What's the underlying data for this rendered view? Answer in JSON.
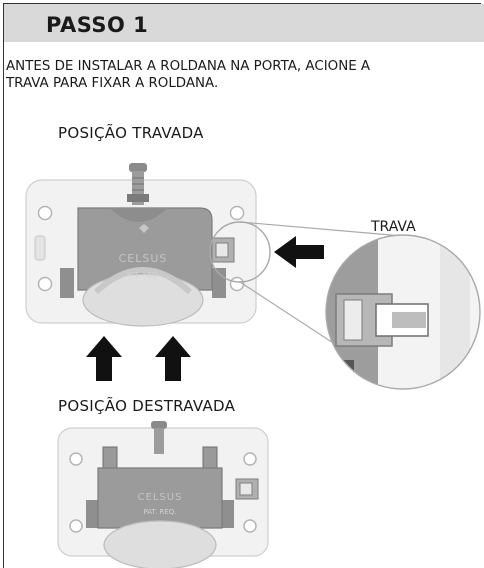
{
  "step": {
    "title": "PASSO 1"
  },
  "instruction": "ANTES DE INSTALAR A ROLDANA NA PORTA, ACIONE A\n TRAVA PARA FIXAR A ROLDANA.",
  "labels": {
    "locked": "POSIÇÃO TRAVADA",
    "unlocked": "POSIÇÃO DESTRAVADA",
    "latch": "TRAVA"
  },
  "roller": {
    "brand": "CELSUS",
    "marking": "PAT. REQ."
  },
  "colors": {
    "header_bg": "#d9d9d9",
    "plate": "#f2f2f2",
    "body": "#9a9a9a",
    "wheel": "#dcdcdc",
    "arrow": "#111111"
  }
}
